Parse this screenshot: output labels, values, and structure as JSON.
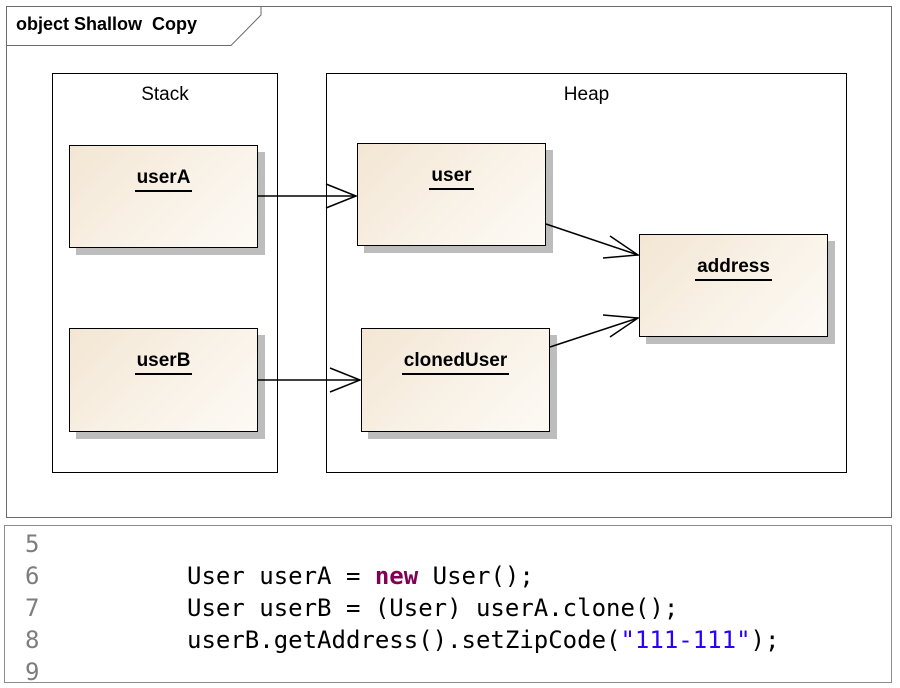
{
  "diagram": {
    "title": "object Shallow  Copy",
    "stack_label": "Stack",
    "heap_label": "Heap",
    "objects": {
      "userA": "userA",
      "userB": "userB",
      "user": "user",
      "clonedUser": "clonedUser",
      "address": "address"
    }
  },
  "code": {
    "lines": [
      {
        "num": "5",
        "parts": []
      },
      {
        "num": "6",
        "parts": [
          {
            "t": "User userA = ",
            "c": ""
          },
          {
            "t": "new",
            "c": "kw"
          },
          {
            "t": " User();",
            "c": ""
          }
        ]
      },
      {
        "num": "7",
        "parts": [
          {
            "t": "User userB = (User) userA.clone();",
            "c": ""
          }
        ]
      },
      {
        "num": "8",
        "parts": [
          {
            "t": "userB.getAddress().setZipCode(",
            "c": ""
          },
          {
            "t": "\"111-111\"",
            "c": "str"
          },
          {
            "t": ");",
            "c": ""
          }
        ]
      },
      {
        "num": "9",
        "parts": []
      }
    ]
  }
}
